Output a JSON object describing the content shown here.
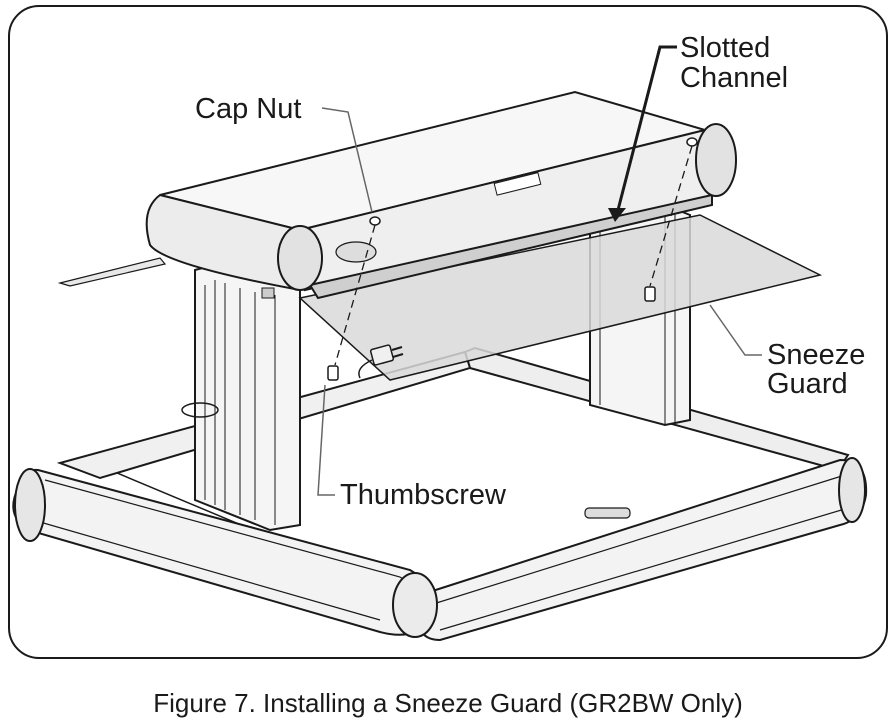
{
  "figure": {
    "callouts": {
      "cap_nut": "Cap Nut",
      "slotted_channel_line1": "Slotted",
      "slotted_channel_line2": "Channel",
      "sneeze_guard_line1": "Sneeze",
      "sneeze_guard_line2": "Guard",
      "thumbscrew": "Thumbscrew"
    },
    "caption": "Figure 7. Installing a Sneeze Guard (GR2BW Only)"
  },
  "colors": {
    "outline": "#1a1a1a",
    "glass": "#d9d9d9",
    "metal": "#f2f2f2",
    "leader": "#666666"
  }
}
